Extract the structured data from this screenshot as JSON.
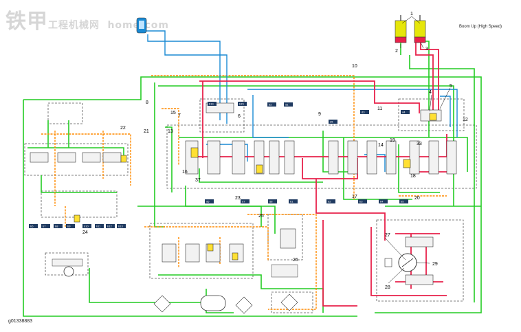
{
  "watermark": {
    "text": "铁甲",
    "text_small": "工程机械网",
    "text_url": "home.com"
  },
  "title": "Boom Up (High Speed)",
  "figure_id": "g01338883",
  "colors": {
    "pump_supply": "#22cc22",
    "high_pressure": "#e8214a",
    "pilot": "#1a8ad4",
    "return": "#ff8a00",
    "dashed_box": "#555555",
    "highlight_valve": "#ffe033"
  },
  "callouts": [
    "1",
    "2",
    "3",
    "4",
    "5",
    "6",
    "7",
    "8",
    "9",
    "10",
    "11",
    "12",
    "13",
    "14",
    "15",
    "16",
    "17",
    "18",
    "19",
    "20",
    "21",
    "22",
    "23",
    "24",
    "25",
    "26",
    "27",
    "28",
    "29",
    "33",
    "37"
  ],
  "port_tags": [
    "d2",
    "d1",
    "d3",
    "d4",
    "d5",
    "d6",
    "d7",
    "d8",
    "b1",
    "b2",
    "b3",
    "b4",
    "b5",
    "b6",
    "b7",
    "b8",
    "b9",
    "b10",
    "b11",
    "b12",
    "b13",
    "b14",
    "b15"
  ],
  "components": {
    "boom_cylinders": "boom-cylinders-icon",
    "pilot_pump": "pilot-pump-icon",
    "main_control_valve": "main-control-valve-icon",
    "pilot_control_valves": "pilot-control-valves-icon",
    "main_pump": "main-pump-icon",
    "filter": "filter-icon",
    "tank": "hydraulic-tank-icon"
  }
}
